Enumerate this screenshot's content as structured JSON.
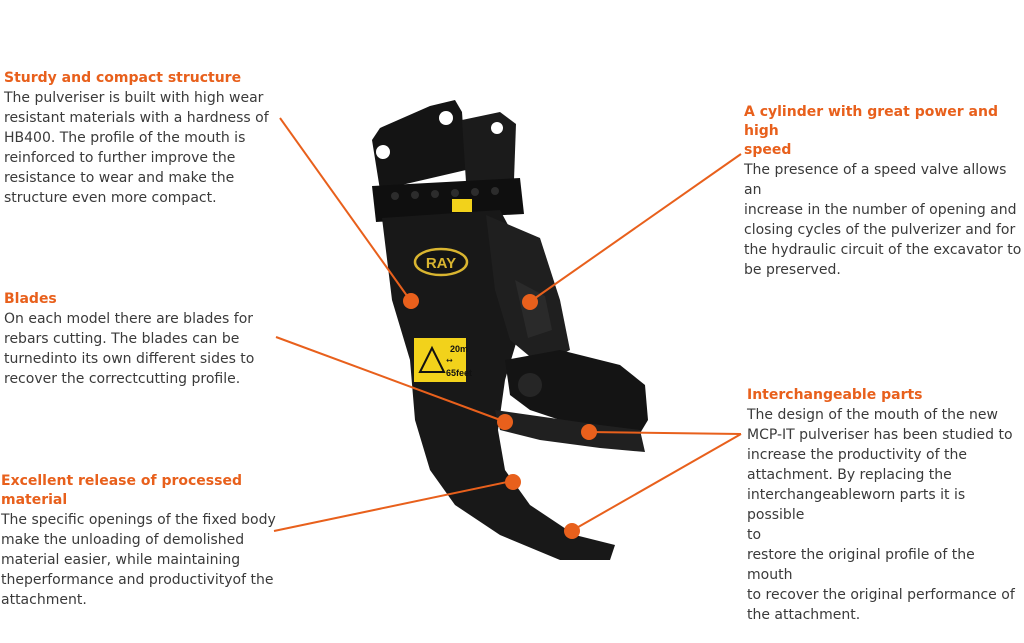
{
  "colors": {
    "accent": "#e8601c",
    "text": "#3a3a3a",
    "machine": "#161616",
    "logo_gold": "#d9b530",
    "label_yellow": "#f2d21b"
  },
  "features": [
    {
      "title": "Sturdy and compact structure",
      "text": "The pulveriser is built with high wear\nresistant materials with a hardness of\nHB400. The profile of the mouth is\nreinforced to further improve the\nresistance to wear and make the\nstructure even more compact."
    },
    {
      "title": "Blades",
      "text": "On each model there are blades for\nrebars cutting. The blades can be\nturnedinto its own different sides to\nrecover the correctcutting profile."
    },
    {
      "title": "Excellent release of processed material",
      "text": "The specific openings of the fixed body\nmake the unloading of demolished\nmaterial easier, while maintaining\ntheperformance and productivityof the\nattachment."
    },
    {
      "title": "A cylinder with great power and high\nspeed",
      "text": "The presence of a speed valve allows an\nincrease in the number of opening and\nclosing cycles of the pulverizer and for\nthe hydraulic circuit of the excavator to\nbe preserved."
    },
    {
      "title": "Interchangeable parts",
      "text": "The design of the mouth of the new\nMCP-IT pulveriser has been studied to\nincrease the productivity of the\nattachment. By replacing the\ninterchangeableworn parts it is possible\nto\nrestore the original profile of the mouth\nto recover the original performance of\nthe attachment."
    }
  ],
  "product": {
    "logo_text": "RAY",
    "warning_label": {
      "top_number": "20",
      "unit_top": "m",
      "bottom_number": "65",
      "unit_bottom": "feet"
    }
  }
}
